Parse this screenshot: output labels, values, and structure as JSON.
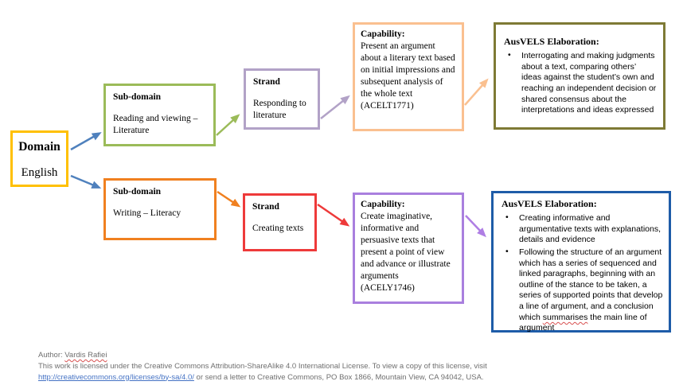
{
  "diagram": {
    "domain": {
      "title": "Domain",
      "value": "English"
    },
    "rows": [
      {
        "subdomain": {
          "title": "Sub-domain",
          "value": "Reading and viewing – Literature"
        },
        "strand": {
          "title": "Strand",
          "value": "Responding to literature"
        },
        "capability": {
          "title": "Capability:",
          "value": "Present an argument about a literary text based on initial impressions and subsequent analysis of the whole text",
          "code": "(ACELT1771)"
        },
        "elaboration": {
          "title": "AusVELS Elaboration:",
          "bullets": [
            "Interrogating and making judgments about a text, comparing others’ ideas against the student’s own and reaching an independent decision or shared consensus about the interpretations and ideas expressed"
          ]
        }
      },
      {
        "subdomain": {
          "title": "Sub-domain",
          "value": "Writing – Literacy"
        },
        "strand": {
          "title": "Strand",
          "value": "Creating texts"
        },
        "capability": {
          "title": "Capability:",
          "value": "Create imaginative, informative and persuasive texts that present a point of view and advance or illustrate arguments",
          "code": "(ACELY1746)"
        },
        "elaboration": {
          "title": "AusVELS Elaboration:",
          "bullets": [
            "Creating informative and argumentative texts with explanations, details and evidence",
            "Following the structure of an argument which has a series of sequenced and linked paragraphs, beginning with an outline of the stance to be taken, a series of supported points that develop a line of argument, and a conclusion which summarises the main line of argument"
          ]
        }
      }
    ]
  },
  "footer": {
    "author_label": "Author:",
    "author_name": "Vardis Rafiei",
    "license_line1": "This work is licensed under the Creative Commons Attribution-ShareAlike 4.0 International License. To view a copy of this license, visit",
    "license_link": "http://creativecommons.org/licenses/by-sa/4.0/",
    "license_line2": "or send a letter to Creative Commons, PO Box 1866, Mountain View, CA 94042, USA."
  },
  "spellcheck_words": [
    "Vardis Rafiei",
    "summarises"
  ],
  "colors": {
    "gold": "#FFC000",
    "green": "#9BBB59",
    "orange": "#F0801F",
    "lavender": "#B2A2C7",
    "red": "#EE3A3A",
    "peach": "#FAC090",
    "purple": "#A97FDE",
    "olive": "#7E7A35",
    "blue": "#1E5CA8",
    "arrow_blue": "#4F81BD",
    "arrow_purple": "#AF7EE4",
    "footer_gray": "#6F6F6F",
    "link_blue": "#4472C4",
    "squiggle": "#D85050"
  }
}
